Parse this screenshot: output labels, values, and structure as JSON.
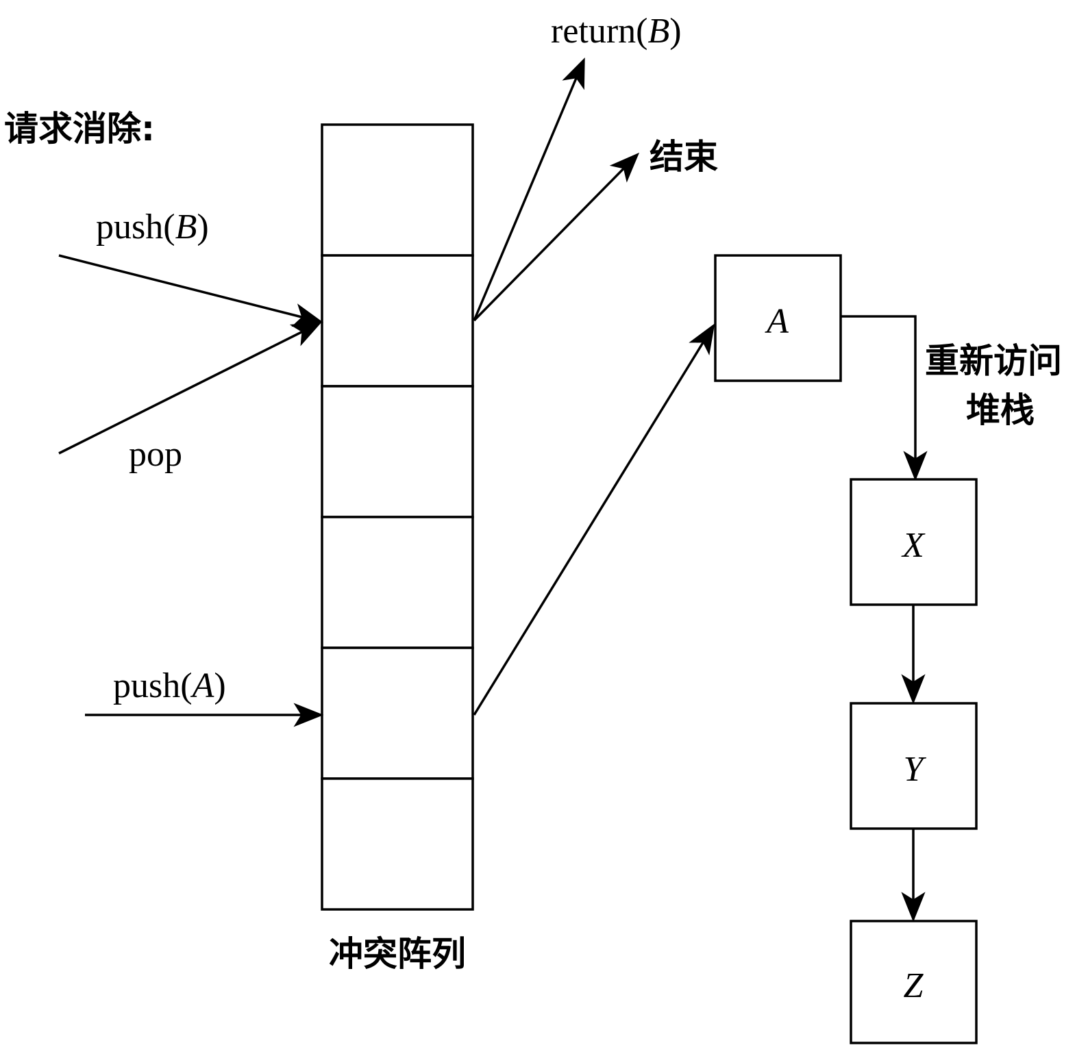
{
  "labels": {
    "request_title": "请求消除:",
    "push_b": {
      "fn": "push(",
      "arg": "B",
      "close": ")"
    },
    "pop": "pop",
    "push_a": {
      "fn": "push(",
      "arg": "A",
      "close": ")"
    },
    "return_b": {
      "fn": "return(",
      "arg": "B",
      "close": ")"
    },
    "end": "结束",
    "conflict_array": "冲突阵列",
    "revisit_line1": "重新访问",
    "revisit_line2": "堆栈"
  },
  "stack_nodes": [
    "A",
    "X",
    "Y",
    "Z"
  ],
  "conflict_array_cells": 6
}
